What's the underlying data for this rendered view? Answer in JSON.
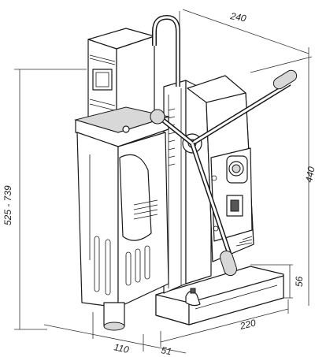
{
  "dimensions": {
    "depth_top": "240",
    "height_range": "525 - 739",
    "right_height": "440",
    "base_height": "56",
    "base_width": "220",
    "front_offset": "110",
    "front_width": "51"
  },
  "colors": {
    "line": "#1a1a1a",
    "shade": "#d8d8d8",
    "dark": "#555555"
  }
}
